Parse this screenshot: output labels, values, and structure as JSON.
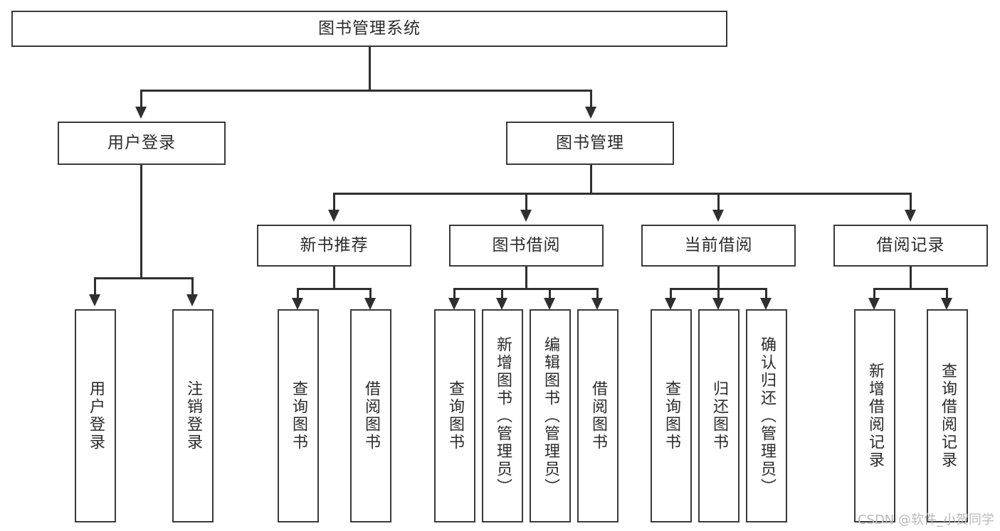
{
  "diagram": {
    "title": "图书管理系统",
    "watermark": "CSDN @软件_小贺同学",
    "colors": {
      "box_border": "#3a3a3a",
      "connector": "#2f2f2f",
      "background": "#ffffff",
      "text": "#2b2b2b",
      "watermark": "#b9b9b9"
    },
    "root": {
      "label": "图书管理系统"
    },
    "level2": [
      {
        "label": "用户登录"
      },
      {
        "label": "图书管理"
      }
    ],
    "level3": [
      {
        "label": "新书推荐"
      },
      {
        "label": "图书借阅"
      },
      {
        "label": "当前借阅"
      },
      {
        "label": "借阅记录"
      }
    ],
    "leaves": {
      "user_login": [
        {
          "label": "用户登录"
        },
        {
          "label": "注销登录"
        }
      ],
      "new_book_recommend": [
        {
          "label": "查询图书"
        },
        {
          "label": "借阅图书"
        }
      ],
      "book_borrow": [
        {
          "label": "查询图书"
        },
        {
          "label": "新增图书（管理员）"
        },
        {
          "label": "编辑图书（管理员）"
        },
        {
          "label": "借阅图书"
        }
      ],
      "current_borrow": [
        {
          "label": "查询图书"
        },
        {
          "label": "归还图书"
        },
        {
          "label": "确认归还（管理员）"
        }
      ],
      "borrow_record": [
        {
          "label": "新增借阅记录"
        },
        {
          "label": "查询借阅记录"
        }
      ]
    }
  }
}
